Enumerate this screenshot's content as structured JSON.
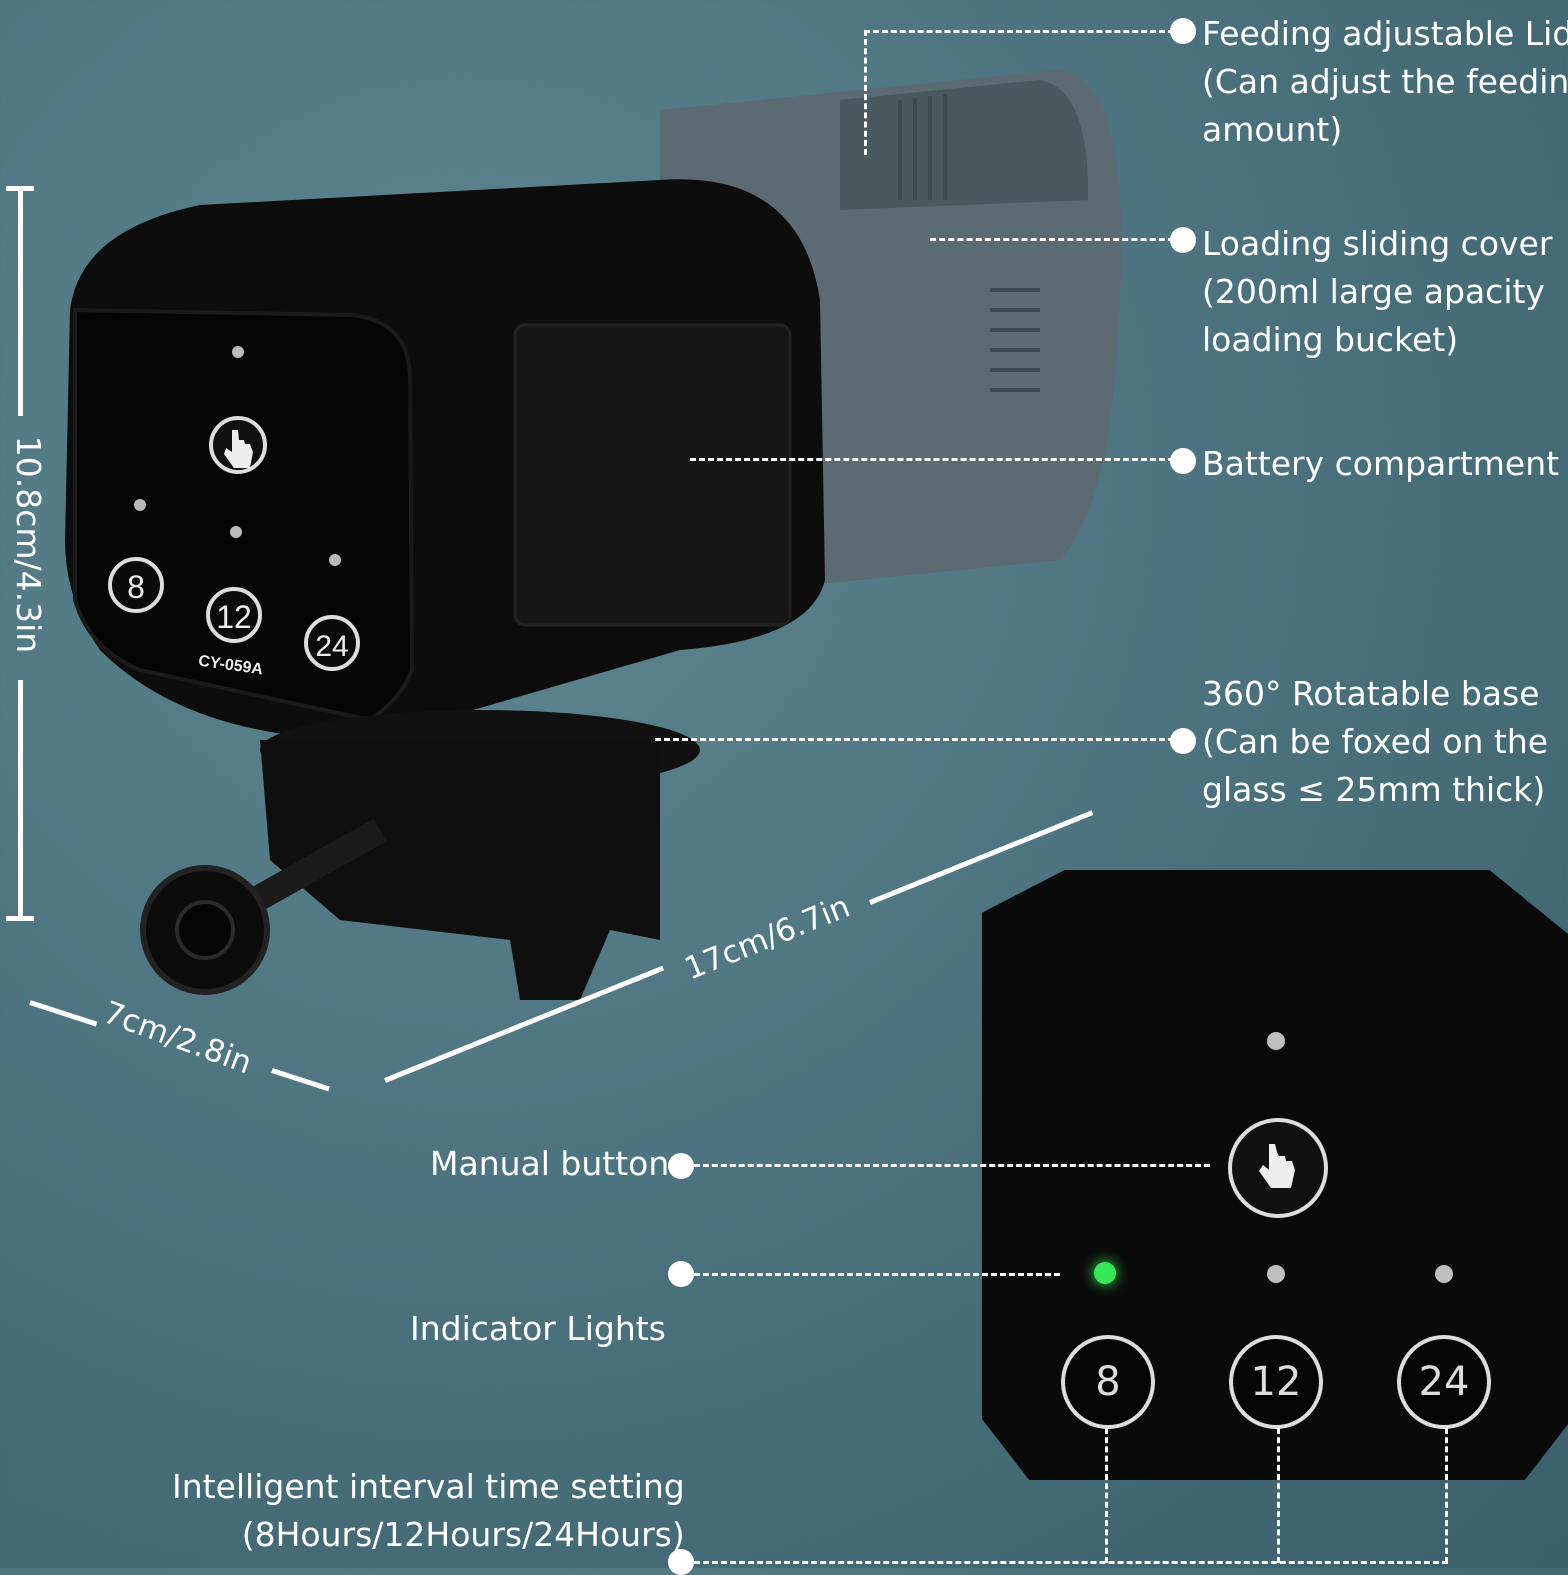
{
  "callouts": {
    "lid": [
      "Feeding adjustable Lid",
      "(Can adjust the feeding",
      "amount)"
    ],
    "cover": [
      "Loading sliding cover",
      "(200ml large apacity",
      "loading bucket)"
    ],
    "battery": [
      "Battery compartment"
    ],
    "base": [
      "360° Rotatable base",
      "(Can be foxed on the",
      "glass ≤ 25mm thick)"
    ],
    "manual": "Manual button",
    "indicator": "Indicator Lights",
    "interval": [
      "Intelligent interval time setting",
      "(8Hours/12Hours/24Hours)"
    ]
  },
  "dimensions": {
    "height": "10.8cm/4.3in",
    "depth": "7cm/2.8in",
    "length": "17cm/6.7in"
  },
  "device": {
    "model": "CY-059A",
    "buttons": [
      "8",
      "12",
      "24"
    ]
  },
  "panel": {
    "buttons": [
      "8",
      "12",
      "24"
    ]
  },
  "colors": {
    "background": "#4d7480",
    "device_body": "#0a0a0a",
    "hopper": "#5f6c74",
    "indicator_active": "#35e85a"
  }
}
